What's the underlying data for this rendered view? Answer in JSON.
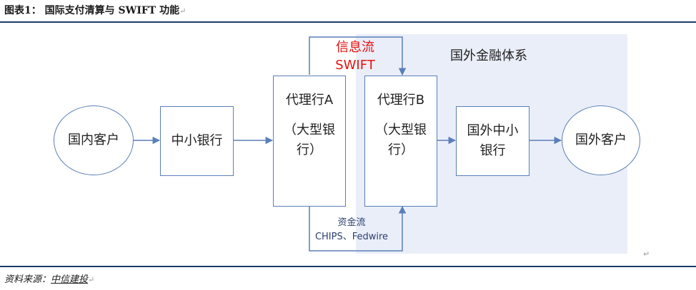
{
  "figure": {
    "title": "图表1： 国际支付清算与 SWIFT 功能",
    "paragraph_mark": "↵"
  },
  "region": {
    "label": "国外金融体系"
  },
  "nodes": {
    "domestic_customer": "国内客户",
    "small_bank": "中小银行",
    "agent_bank_a": {
      "name": "代理行A",
      "type": "（大型银行）"
    },
    "agent_bank_b": {
      "name": "代理行B",
      "type": "（大型银行）"
    },
    "foreign_bank": "国外中小银行",
    "foreign_customer": "国外客户"
  },
  "flows": {
    "information": {
      "label": "信息流",
      "channel": "SWIFT",
      "color": "#e81010"
    },
    "funds": {
      "label": "资金流",
      "channel": "CHIPS、Fedwire"
    }
  },
  "source": {
    "prefix": "资料来源：",
    "org": "中信建投"
  },
  "colors": {
    "node_border": "#5b7fb8",
    "region_fill": "#eaeef8",
    "rule": "#1e3a6e"
  }
}
